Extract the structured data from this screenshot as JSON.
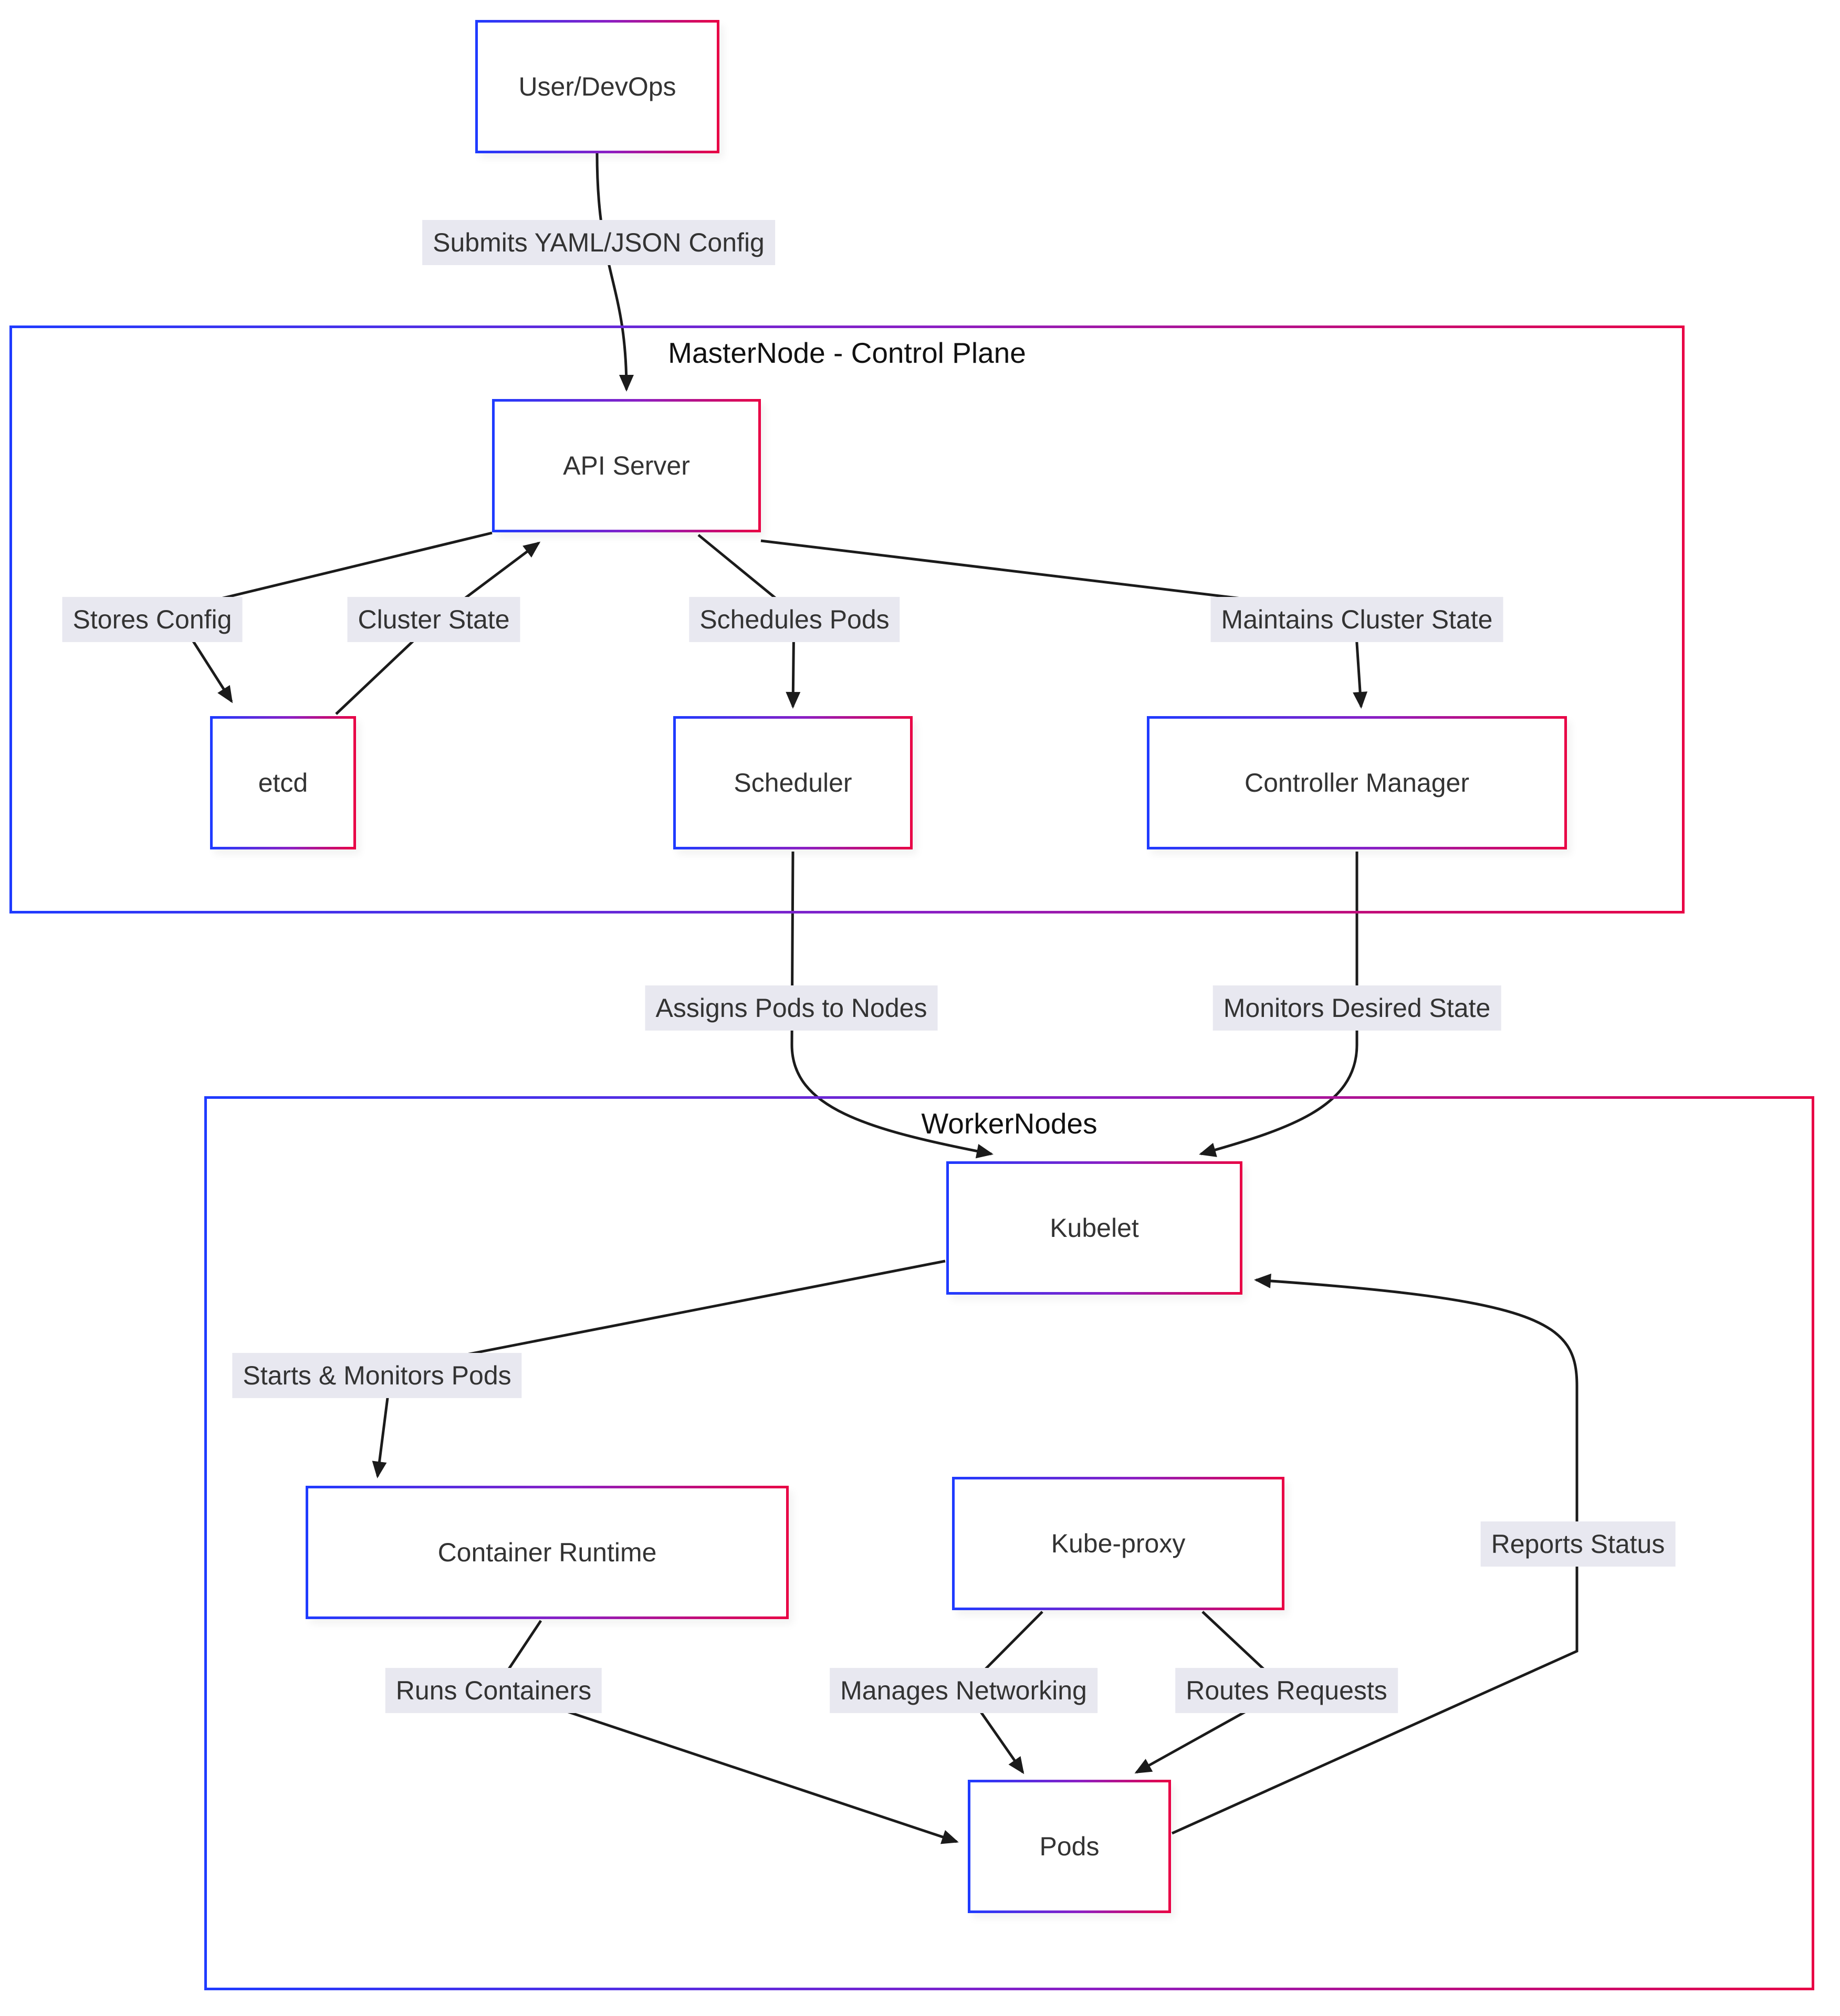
{
  "diagram": {
    "type": "flowchart",
    "direction": "top-down",
    "colors": {
      "node_border_gradient_start": "#1f3bff",
      "node_border_gradient_mid": "#8b1fc4",
      "node_border_gradient_end": "#e80045",
      "node_bg": "#ffffff",
      "edge_label_bg": "#e8e8f0",
      "text": "#333333",
      "line": "#1b1b1b"
    },
    "containers": [
      {
        "id": "masternode",
        "title": "MasterNode - Control Plane"
      },
      {
        "id": "workernodes",
        "title": "WorkerNodes"
      }
    ],
    "nodes": [
      {
        "id": "user_devops",
        "label": "User/DevOps",
        "container": null
      },
      {
        "id": "api_server",
        "label": "API Server",
        "container": "masternode"
      },
      {
        "id": "etcd",
        "label": "etcd",
        "container": "masternode"
      },
      {
        "id": "scheduler",
        "label": "Scheduler",
        "container": "masternode"
      },
      {
        "id": "controller_manager",
        "label": "Controller Manager",
        "container": "masternode"
      },
      {
        "id": "kubelet",
        "label": "Kubelet",
        "container": "workernodes"
      },
      {
        "id": "container_runtime",
        "label": "Container Runtime",
        "container": "workernodes"
      },
      {
        "id": "kube_proxy",
        "label": "Kube-proxy",
        "container": "workernodes"
      },
      {
        "id": "pods",
        "label": "Pods",
        "container": "workernodes"
      }
    ],
    "edges": [
      {
        "from": "user_devops",
        "to": "api_server",
        "label": "Submits YAML/JSON Config"
      },
      {
        "from": "api_server",
        "to": "etcd",
        "label": "Stores Config"
      },
      {
        "from": "etcd",
        "to": "api_server",
        "label": "Cluster State"
      },
      {
        "from": "api_server",
        "to": "scheduler",
        "label": "Schedules Pods"
      },
      {
        "from": "api_server",
        "to": "controller_manager",
        "label": "Maintains Cluster State"
      },
      {
        "from": "scheduler",
        "to": "kubelet",
        "label": "Assigns Pods to Nodes"
      },
      {
        "from": "controller_manager",
        "to": "kubelet",
        "label": "Monitors Desired State"
      },
      {
        "from": "kubelet",
        "to": "container_runtime",
        "label": "Starts & Monitors Pods"
      },
      {
        "from": "container_runtime",
        "to": "pods",
        "label": "Runs Containers"
      },
      {
        "from": "kube_proxy",
        "to": "pods",
        "label": "Manages Networking"
      },
      {
        "from": "kube_proxy",
        "to": "pods",
        "label": "Routes Requests"
      },
      {
        "from": "pods",
        "to": "kubelet",
        "label": "Reports Status"
      }
    ]
  }
}
